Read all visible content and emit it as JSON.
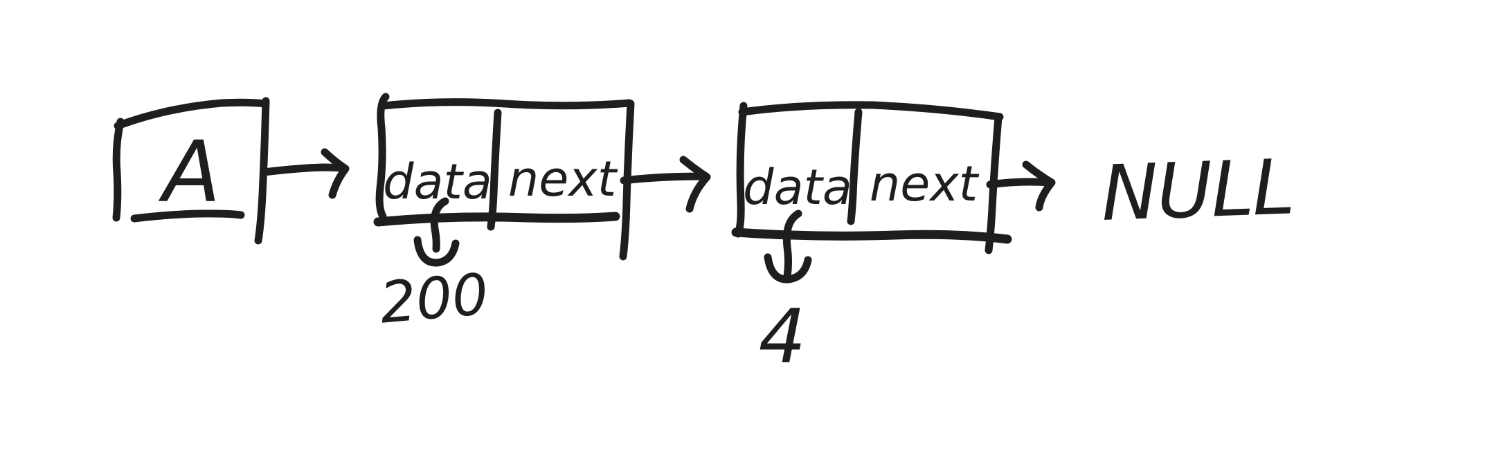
{
  "colors": {
    "ink": "#1e1e1e",
    "background": "#ffffff"
  },
  "diagram": {
    "head": {
      "label": "A"
    },
    "nodes": [
      {
        "data_label": "data",
        "next_label": "next",
        "value": "200"
      },
      {
        "data_label": "data",
        "next_label": "next",
        "value": "4"
      }
    ],
    "terminator": "NULL"
  }
}
